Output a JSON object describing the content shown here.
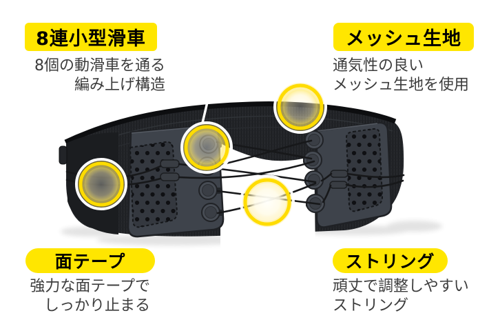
{
  "colors": {
    "background": "#ffffff",
    "accent_yellow": "#ffe600",
    "highlight_ring_yellow": "#ffdc00",
    "label_text": "#000000",
    "description_text": "#3c3c3c",
    "belt_black": "#1b1d20",
    "panel_gray": "#3e434b"
  },
  "callouts": {
    "pulleys": {
      "label": "8連小型滑車",
      "line1": "8個の動滑車を通る",
      "line2": "編み上げ構造"
    },
    "mesh": {
      "label": "メッシュ生地",
      "line1": "通気性の良い",
      "line2": "メッシュ生地を使用"
    },
    "velcro": {
      "label": "面テープ",
      "line1": "強力な面テープで",
      "line2": "しっかり止まる"
    },
    "string": {
      "label": "ストリング",
      "line1": "頑丈で調整しやすい",
      "line2": "ストリング"
    }
  },
  "highlight_circles": [
    {
      "name": "hook-and-loop-area"
    },
    {
      "name": "pulley-area"
    },
    {
      "name": "mesh-fabric-area"
    },
    {
      "name": "string-area"
    }
  ]
}
